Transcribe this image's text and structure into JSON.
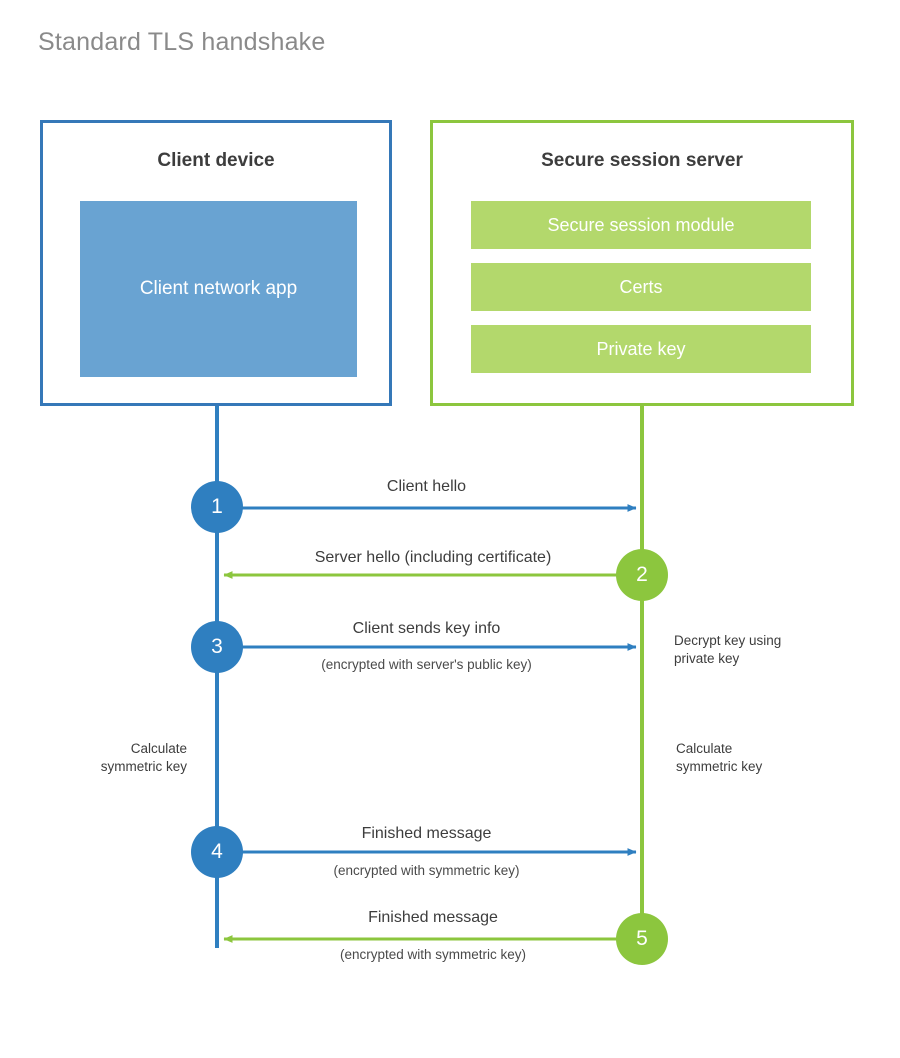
{
  "title": "Standard TLS handshake",
  "colors": {
    "client_border": "#3578b8",
    "client_fill": "#69a3d2",
    "client_line": "#2f7fc0",
    "server_border": "#8cc63e",
    "server_fill": "#b3d86c",
    "server_line": "#8cc63e",
    "title_text": "#8a8a8a",
    "body_text": "#3d3d3d",
    "background": "#ffffff"
  },
  "parties": {
    "client": {
      "title": "Client device",
      "app_label": "Client network app"
    },
    "server": {
      "title": "Secure session server",
      "modules": [
        {
          "label": "Secure session module"
        },
        {
          "label": "Certs"
        },
        {
          "label": "Private key"
        }
      ]
    }
  },
  "steps": [
    {
      "number": "1",
      "label": "Client hello",
      "sublabel": "",
      "direction": "client-to-server",
      "color": "blue"
    },
    {
      "number": "2",
      "label": "Server hello (including certificate)",
      "sublabel": "",
      "direction": "server-to-client",
      "color": "green"
    },
    {
      "number": "3",
      "label": "Client sends key info",
      "sublabel": "(encrypted with server's public key)",
      "direction": "client-to-server",
      "color": "blue"
    },
    {
      "number": "4",
      "label": "Finished message",
      "sublabel": "(encrypted with symmetric key)",
      "direction": "client-to-server",
      "color": "blue"
    },
    {
      "number": "5",
      "label": "Finished message",
      "sublabel": "(encrypted with symmetric key)",
      "direction": "server-to-client",
      "color": "green"
    }
  ],
  "notes": {
    "server_decrypt": "Decrypt key using\nprivate key",
    "server_decrypt_line1": "Decrypt key using",
    "server_decrypt_line2": "private key",
    "client_calc_line1": "Calculate",
    "client_calc_line2": "symmetric key",
    "server_calc_line1": "Calculate",
    "server_calc_line2": "symmetric key"
  }
}
